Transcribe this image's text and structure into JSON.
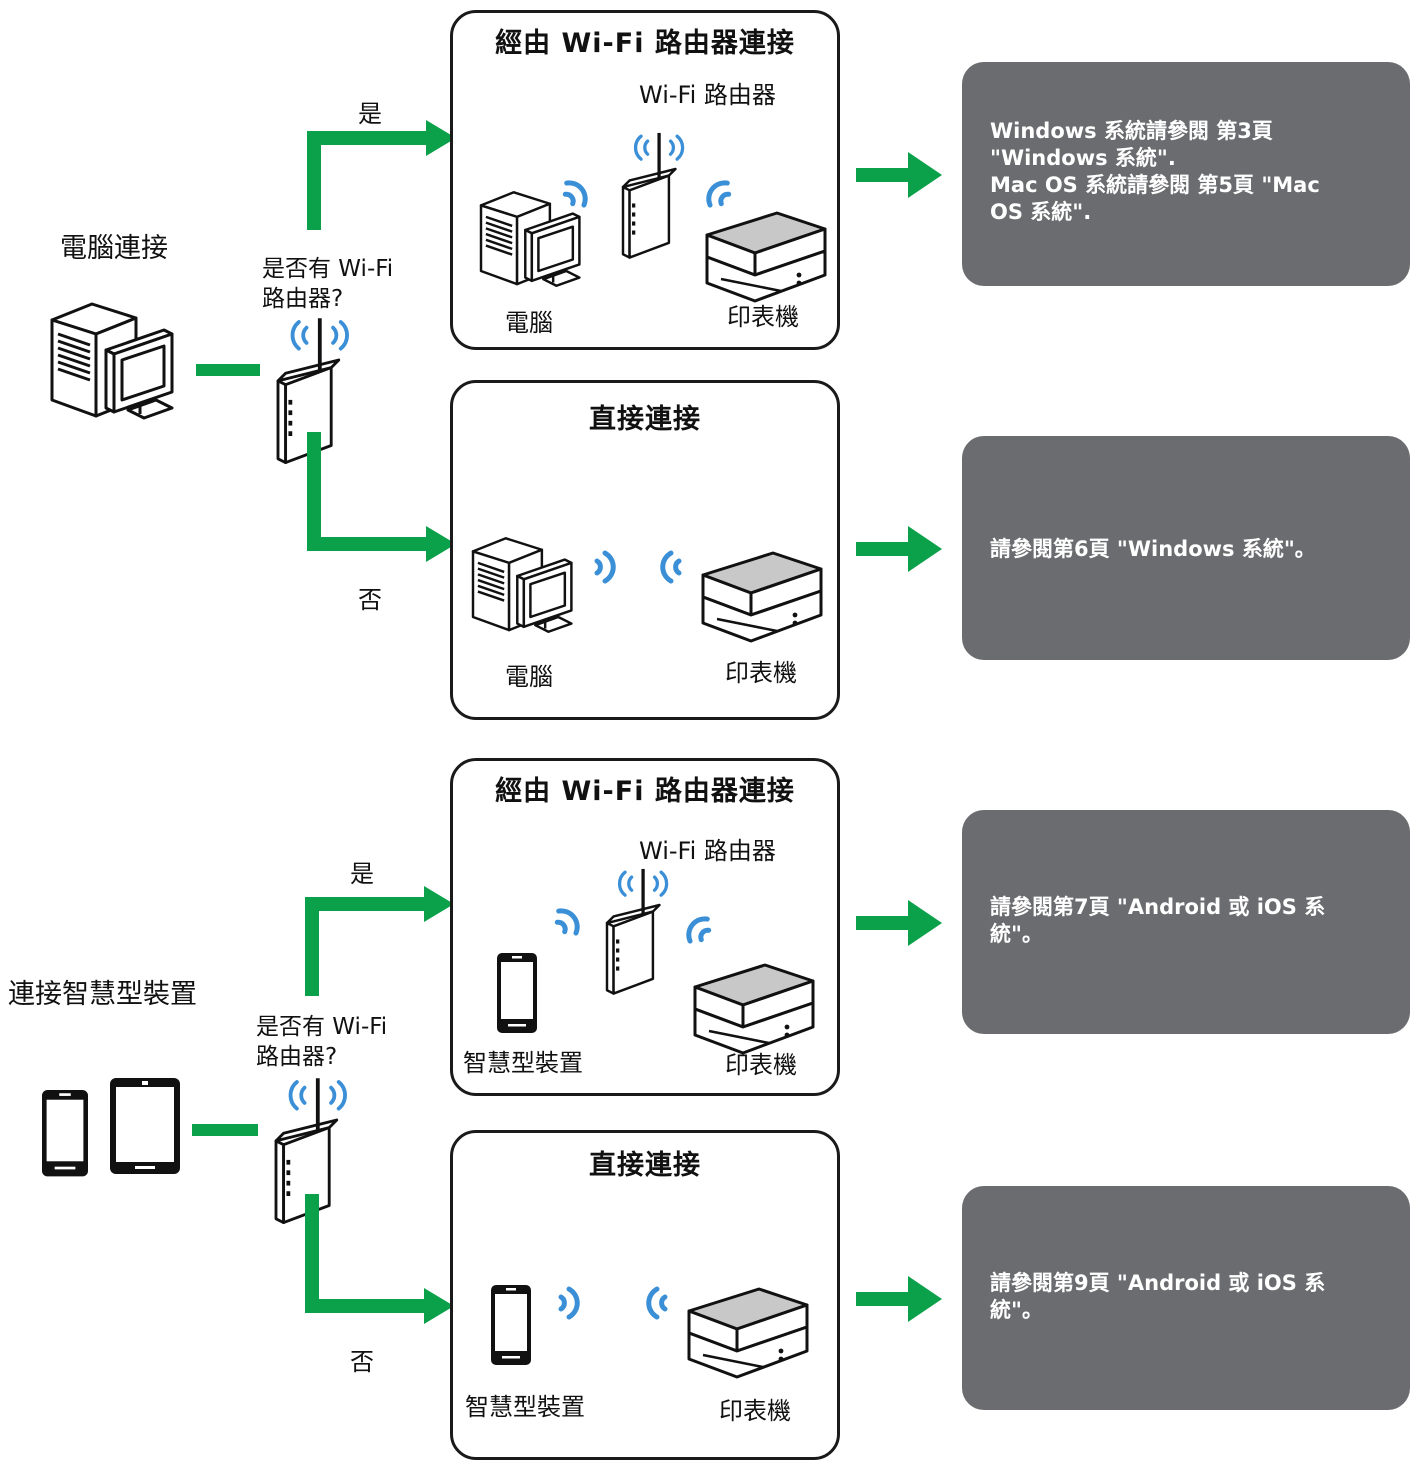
{
  "colors": {
    "connector_green": "#0aa14a",
    "wave_blue": "#3b8fd6",
    "reference_box": "#6b6c6f",
    "frame_border": "#1a1a1a"
  },
  "computer_section": {
    "title": "電腦連接",
    "question_line1": "是否有 Wi-Fi",
    "question_line2": "路由器?",
    "yes": "是",
    "no": "否",
    "router_box": {
      "title": "經由 Wi-Fi 路由器連接",
      "router_label": "Wi-Fi 路由器",
      "device_label": "電腦",
      "printer_label": "印表機"
    },
    "direct_box": {
      "title": "直接連接",
      "device_label": "電腦",
      "printer_label": "印表機"
    },
    "ref_router": {
      "line1": "Windows 系統請參閱 第3頁",
      "line2": "\"Windows 系統\".",
      "line3": "Mac OS 系統請參閱 第5頁 \"Mac",
      "line4": "OS 系統\"."
    },
    "ref_direct": {
      "line1": "請參閱第6頁 \"Windows 系統\"。"
    }
  },
  "smart_section": {
    "title": "連接智慧型裝置",
    "question_line1": "是否有 Wi-Fi",
    "question_line2": "路由器?",
    "yes": "是",
    "no": "否",
    "router_box": {
      "title": "經由 Wi-Fi 路由器連接",
      "router_label": "Wi-Fi 路由器",
      "device_label": "智慧型裝置",
      "printer_label": "印表機"
    },
    "direct_box": {
      "title": "直接連接",
      "device_label": "智慧型裝置",
      "printer_label": "印表機"
    },
    "ref_router": {
      "line1": "請參閱第7頁 \"Android 或 iOS 系",
      "line2": "統\"。"
    },
    "ref_direct": {
      "line1": "請參閱第9頁 \"Android 或 iOS 系",
      "line2": "統\"。"
    }
  }
}
